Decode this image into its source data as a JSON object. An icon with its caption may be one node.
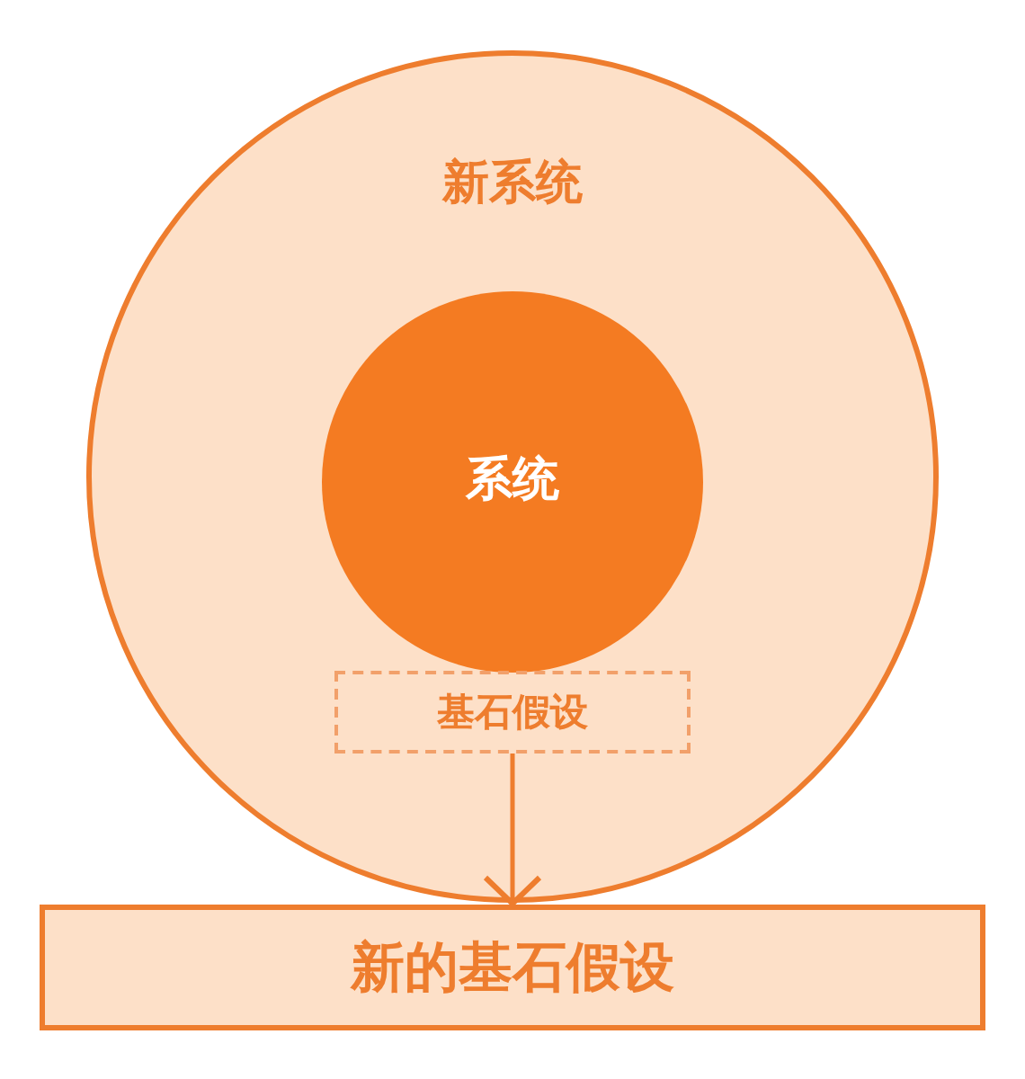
{
  "diagram": {
    "nodes": [
      {
        "text": [
          "新系统"
        ]
      },
      {
        "text": [
          "系统"
        ],
        "in": 0
      },
      {
        "text": [
          "基石假设"
        ],
        "in": 0
      },
      {
        "text": [
          "新的基石假设"
        ]
      }
    ],
    "edges": [
      {
        "from": 2,
        "to": 3,
        "arrow": "to"
      }
    ]
  }
}
